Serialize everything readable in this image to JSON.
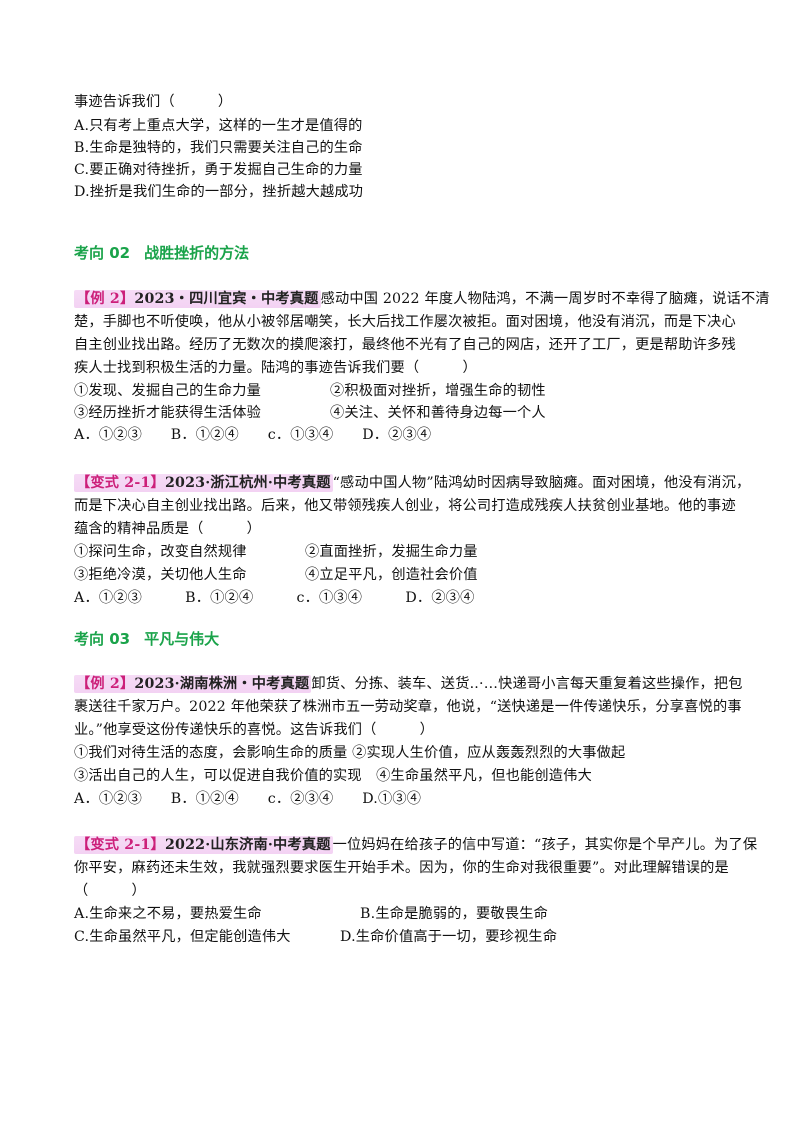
{
  "q1": {
    "stem": "事迹告诉我们（　　　）",
    "options": [
      "A.只有考上重点大学，这样的一生才是值得的",
      "B.生命是独特的，我们只需要关注自己的生命",
      "C.要正确对待挫折，勇于发掘自己生命的力量",
      "D.挫折是我们生命的一部分，挫折越大越成功"
    ]
  },
  "sec2": {
    "num": "考向 02",
    "title": "战胜挫折的方法"
  },
  "ex2": {
    "open": "【",
    "label": "例 2",
    "close": "】",
    "source": "2023・四川宜宾・中考真题",
    "lines": [
      "感动中国 2022 年度人物陆鸿，不满一周岁时不幸得了脑瘫，说话不清",
      "楚，手脚也不听使唤，他从小被邻居嘲笑，长大后找工作屡次被拒。面对困境，他没有消沉，而是下决心",
      "自主创业找出路。经历了无数次的摸爬滚打，最终他不光有了自己的网店，还开了工厂，更是帮助许多残",
      "疾人士找到积极生活的力量。陆鸿的事迹告诉我们要（　　　）"
    ],
    "items": [
      "①发现、发掘自己的生命力量",
      "②积极面对挫折，增强生命的韧性",
      "③经历挫折才能获得生活体验",
      "④关注、关怀和善待身边每一个人"
    ],
    "choices": "A．①②③　　B．①②④　　c．①③④　　D．②③④"
  },
  "var2": {
    "open": "【",
    "label": "变式 2-1",
    "close": "】",
    "source": "2023·浙江杭州·中考真题",
    "lines": [
      "“感动中国人物”陆鸿幼时因病导致脑瘫。面对困境，他没有消沉，",
      "而是下决心自主创业找出路。后来，他又带领残疾人创业，将公司打造成残疾人扶贫创业基地。他的事迹",
      "蕴含的精神品质是（　　　）"
    ],
    "items": [
      "①探问生命，改变自然规律",
      "②直面挫折，发掘生命力量",
      "③拒绝冷漠，关切他人生命",
      "④立足平凡，创造社会价值"
    ],
    "choices": "A．①②③　　　B．①②④　　　c．①③④　　　D．②③④"
  },
  "sec3": {
    "num": "考向 03",
    "title": "平凡与伟大"
  },
  "ex3": {
    "open": "【",
    "label": "例 2",
    "close": "】",
    "source": "2023·湖南株洲・中考真题",
    "lines": [
      "卸货、分拣、装车、送货..·…快递哥小言每天重复着这些操作，把包",
      "裹送往千家万户。2022 年他荣获了株洲市五一劳动奖章，他说，“送快递是一件传递快乐，分享喜悦的事",
      "业。”他享受这份传递快乐的喜悦。这告诉我们（　　　）",
      "①我们对待生活的态度，会影响生命的质量 ②实现人生价值，应从轰轰烈烈的大事做起",
      "③活出自己的人生，可以促进自我价值的实现　④生命虽然平凡，但也能创造伟大"
    ],
    "choices": "A．①②③　　B．①②④　　c．②③④　　D.①③④"
  },
  "var3": {
    "open": "【",
    "label": "变式 2-1",
    "close": "】",
    "source": "2022·山东济南·中考真题",
    "lines": [
      "一位妈妈在给孩子的信中写道：“孩子，其实你是个早产儿。为了保",
      "你平安，麻药还未生效，我就强烈要求医生开始手术。因为，你的生命对我很重要”。对此理解错误的是",
      "（　　　）"
    ],
    "items": [
      "A.生命来之不易，要热爱生命",
      "B.生命是脆弱的，要敬畏生命",
      "C.生命虽然平凡，但定能创造伟大",
      "D.生命价值高于一切，要珍视生命"
    ]
  }
}
